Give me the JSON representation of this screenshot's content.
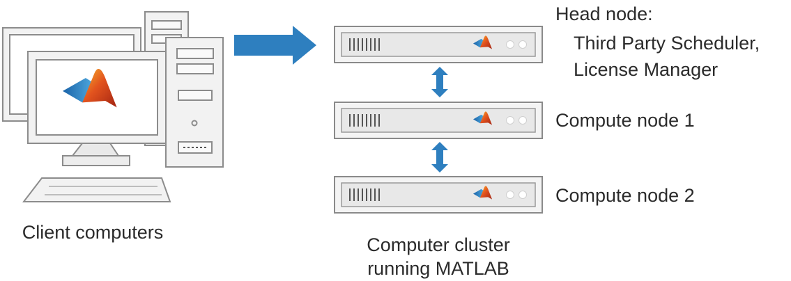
{
  "labels": {
    "client": "Client computers",
    "cluster_line1": "Computer cluster",
    "cluster_line2": "running MATLAB",
    "head_title": "Head node:",
    "head_line1": "Third Party Scheduler,",
    "head_line2": "License Manager",
    "compute1": "Compute node 1",
    "compute2": "Compute node 2"
  },
  "icons": {
    "matlab": "matlab-logo-icon",
    "arrow": "right-arrow-icon",
    "double_arrow": "double-arrow-icon"
  },
  "colors": {
    "arrow": "#2e7fbf",
    "device_fill": "#f2f2f2",
    "device_stroke": "#8c8c8c",
    "screen": "#ffffff"
  }
}
